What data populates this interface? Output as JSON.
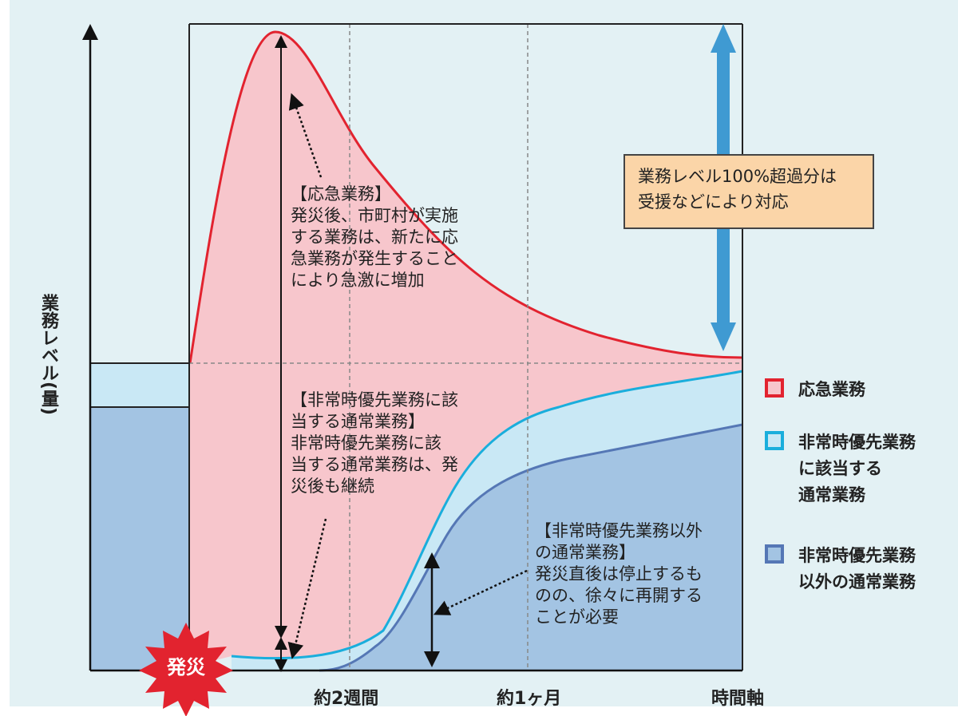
{
  "y_axis_label": "業務レベル(量)",
  "x_ticks": [
    "約2週間",
    "約1ヶ月",
    "時間軸"
  ],
  "disaster_label": "発災",
  "callout": [
    "業務レベル100%超過分は",
    "受援などにより対応"
  ],
  "annotations": {
    "emergency": [
      "【応急業務】",
      "発災後、市町村が実施",
      "する業務は、新たに応",
      "急業務が発生すること",
      "により急激に増加"
    ],
    "priority": [
      "【非常時優先業務に該",
      "当する通常業務】",
      "非常時優先業務に該",
      "当する通常業務は、発",
      "災後も継続"
    ],
    "other": [
      "【非常時優先業務以外",
      "の通常業務】",
      "発災直後は停止するも",
      "のの、徐々に再開する",
      "ことが必要"
    ]
  },
  "legend": [
    {
      "lines": [
        "応急業務"
      ],
      "color": "#e2232f",
      "fill": "#f7c6cc"
    },
    {
      "lines": [
        "非常時優先業務",
        "に該当する",
        "通常業務"
      ],
      "color": "#1aaedc",
      "fill": "#c9e8f5"
    },
    {
      "lines": [
        "非常時優先業務",
        "以外の通常業務"
      ],
      "color": "#5577b5",
      "fill": "#a3c4e3"
    }
  ],
  "colors": {
    "emergency_fill": "#f7c6cc",
    "emergency_line": "#e2232f",
    "priority_fill": "#c9e8f5",
    "priority_line": "#1aaedc",
    "other_fill": "#a3c4e3",
    "other_line": "#5577b5",
    "big_arrow": "#3f9ad2",
    "burst": "#e2232f"
  }
}
